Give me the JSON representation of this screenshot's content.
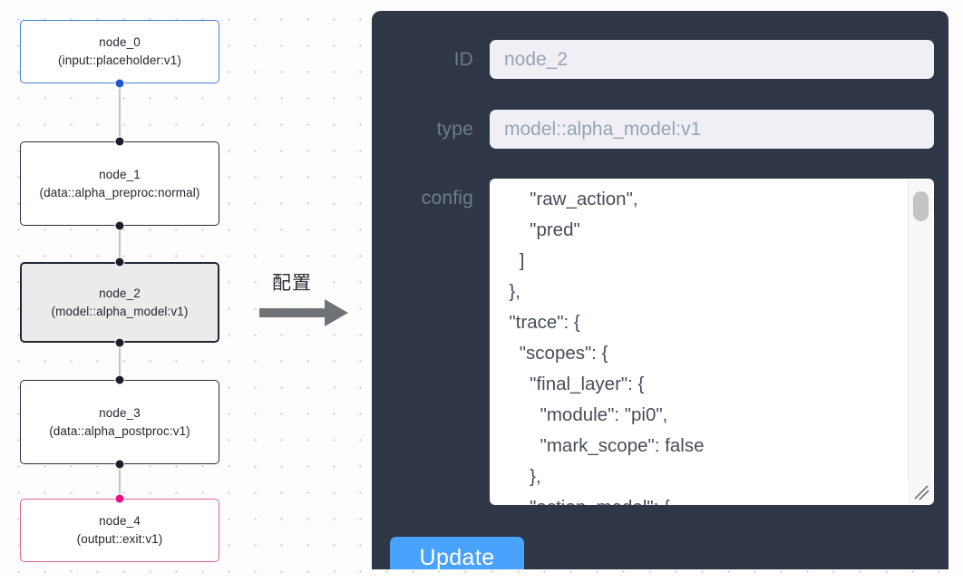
{
  "graph": {
    "nodes": [
      {
        "id": "node_0",
        "title": "node_0",
        "subtitle": "(input::placeholder:v1)",
        "kind": "input"
      },
      {
        "id": "node_1",
        "title": "node_1",
        "subtitle": "(data::alpha_preproc:normal)",
        "kind": "default"
      },
      {
        "id": "node_2",
        "title": "node_2",
        "subtitle": "(model::alpha_model:v1)",
        "kind": "selected"
      },
      {
        "id": "node_3",
        "title": "node_3",
        "subtitle": "(data::alpha_postproc:v1)",
        "kind": "default"
      },
      {
        "id": "node_4",
        "title": "node_4",
        "subtitle": "(output::exit:v1)",
        "kind": "output"
      }
    ],
    "colors": {
      "input_border": "#4a7fd4",
      "selected_border": "#232733",
      "selected_fill": "#ebebeb",
      "output_border": "#e0609b",
      "handle_default": "#1b1f2a",
      "handle_input": "#1f58d0",
      "handle_output": "#ef0f84",
      "edge": "#c6c6c8",
      "canvas_background": "#fdfdfd",
      "dot": "#c9ccd3"
    }
  },
  "annotation": {
    "label": "配置",
    "arrow_color": "#6f7378"
  },
  "inspector": {
    "panel_color": "#2f3645",
    "fields": {
      "id": {
        "label": "ID",
        "value": "node_2",
        "placeholder": "node id"
      },
      "type": {
        "label": "type",
        "value": "model::alpha_model:v1",
        "placeholder": "node type"
      },
      "config": {
        "label": "config",
        "value": "      \"raw_action\",\n      \"pred\"\n    ]\n  },\n  \"trace\": {\n    \"scopes\": {\n      \"final_layer\": {\n        \"module\": \"pi0\",\n        \"mark_scope\": false\n      },\n      \"action_model\": {",
        "placeholder": "config json"
      }
    },
    "update_button": {
      "label": "Update",
      "color": "#49a2fb"
    }
  }
}
